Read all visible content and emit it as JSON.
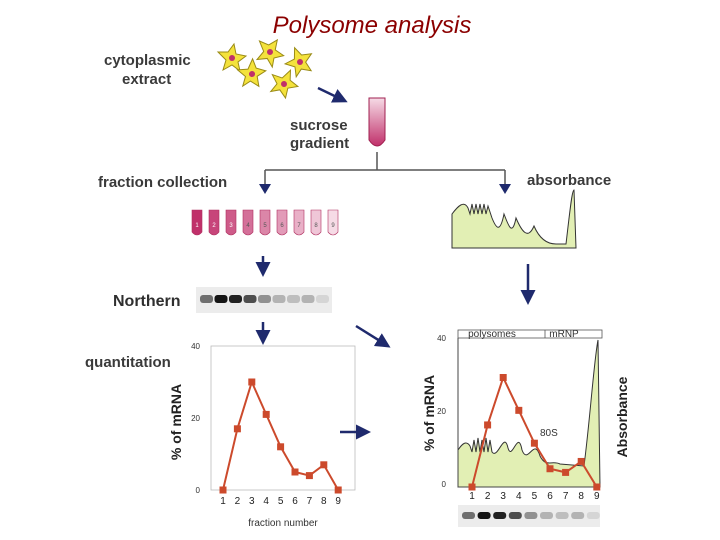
{
  "title": "Polysome analysis",
  "labels": {
    "cytoplasmic": "cytoplasmic",
    "extract": "extract",
    "sucrose": "sucrose",
    "gradient": "gradient",
    "fraction_collection": "fraction collection",
    "absorbance": "absorbance",
    "northern": "Northern",
    "quantitation": "quantitation",
    "fraction_number": "fraction number",
    "y_axis_percent": "% of mRNA",
    "y_axis_absorbance": "Absorbance",
    "polysomes": "polysomes",
    "mrnp": "mRNP",
    "peak_80s": "80S"
  },
  "tubes": [
    "1",
    "2",
    "3",
    "4",
    "5",
    "6",
    "7",
    "8",
    "9"
  ],
  "colors": {
    "title": "#8b0000",
    "series": "#cc4a2c",
    "fill": "#e2efb4",
    "tube_dark": "#c0306a",
    "tube_light": "#f6dbe6",
    "cell": "#f4e23c",
    "arrow": "#1f2a6d"
  },
  "icons": {
    "cell": "cell-icon",
    "tube": "test-tube-icon",
    "arrow": "arrow-icon"
  },
  "northern_band_intensity": [
    0.55,
    0.95,
    0.9,
    0.7,
    0.4,
    0.25,
    0.2,
    0.25,
    0.1
  ],
  "chart_data": [
    {
      "type": "line",
      "xlabel": "fraction number",
      "ylabel": "% of mRNA",
      "x": [
        1,
        2,
        3,
        4,
        5,
        6,
        7,
        8,
        9
      ],
      "y_ticks": [
        "0",
        "20",
        "40"
      ],
      "ylim": [
        0,
        40
      ],
      "series": [
        {
          "values": [
            0,
            17,
            30,
            21,
            12,
            5,
            4,
            7,
            0
          ]
        }
      ]
    },
    {
      "type": "line",
      "ylabel": "% of mRNA",
      "y2label": "Absorbance",
      "x": [
        1,
        2,
        3,
        4,
        5,
        6,
        7,
        8,
        9
      ],
      "y_ticks": [
        "0",
        "20",
        "40"
      ],
      "ylim": [
        0,
        40
      ],
      "regions": [
        "polysomes",
        "mRNP"
      ],
      "annotations": [
        "80S"
      ],
      "series": [
        {
          "values": [
            0,
            17,
            30,
            21,
            12,
            5,
            4,
            7,
            0
          ]
        }
      ]
    }
  ]
}
